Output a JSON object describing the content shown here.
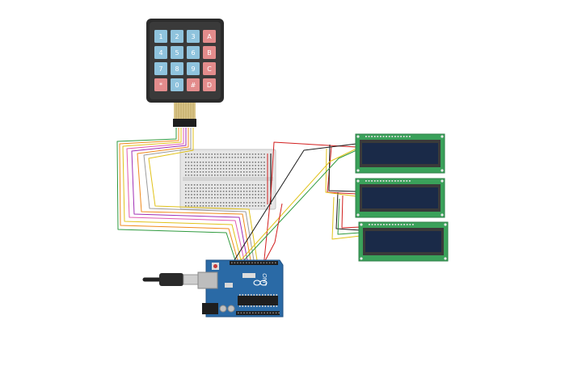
{
  "keypad": {
    "keys": [
      "1",
      "2",
      "3",
      "A",
      "4",
      "5",
      "6",
      "B",
      "7",
      "8",
      "9",
      "C",
      "*",
      "0",
      "#",
      "D"
    ],
    "colors": {
      "number": "#8fc3dd",
      "letter": "#e38c8c",
      "body": "#2b2b2b"
    }
  },
  "arduino": {
    "model": "UNO",
    "board_color": "#2a6aa6"
  },
  "lcds": {
    "count": 3,
    "pcb_color": "#3aa15a",
    "screen_color": "#1a2a48"
  },
  "wire_colors": {
    "red": "#d21e1e",
    "black": "#1a1a1a",
    "yellow": "#e1c21a",
    "green": "#2f9a3e",
    "purple": "#a02fb5",
    "pink": "#e05bb0",
    "orange": "#f08a1c",
    "gray": "#9a9a9a",
    "white": "#ffffff"
  }
}
